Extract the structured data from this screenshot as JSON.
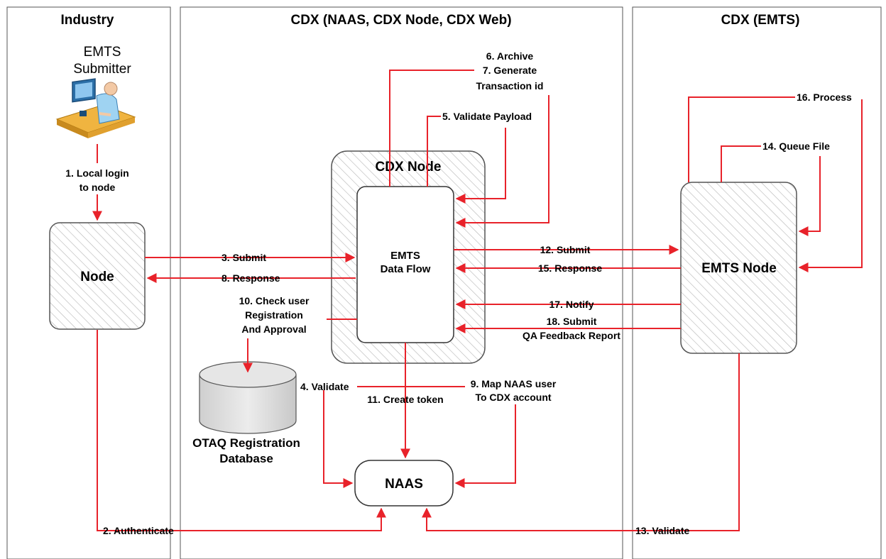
{
  "lanes": {
    "industry": "Industry",
    "cdx_web": "CDX (NAAS, CDX Node, CDX Web)",
    "cdx_emts": "CDX (EMTS)"
  },
  "submitter": {
    "line1": "EMTS",
    "line2": "Submitter"
  },
  "boxes": {
    "node": "Node",
    "cdx_node": "CDX Node",
    "data_flow_line1": "EMTS",
    "data_flow_line2": "Data Flow",
    "emts_node": "EMTS Node",
    "naas": "NAAS",
    "db_line1": "OTAQ Registration",
    "db_line2": "Database"
  },
  "steps": {
    "s1a": "1. Local login",
    "s1b": "to node",
    "s2": "2. Authenticate",
    "s3": "3. Submit",
    "s4": "4. Validate",
    "s5": "5. Validate Payload",
    "s6": "6. Archive",
    "s7a": "7. Generate",
    "s7b": "Transaction id",
    "s8": "8. Response",
    "s9a": "9. Map NAAS user",
    "s9b": "To CDX account",
    "s10a": "10. Check user",
    "s10b": "Registration",
    "s10c": "And Approval",
    "s11": "11. Create token",
    "s12": "12. Submit",
    "s13": "13. Validate",
    "s14": "14. Queue File",
    "s15": "15. Response",
    "s16": "16. Process",
    "s17": "17. Notify",
    "s18a": "18. Submit",
    "s18b": "QA Feedback Report"
  },
  "colors": {
    "arrow": "#e8222a",
    "hatch": "#b5b5b5",
    "cylinder": "#d9d9d9"
  }
}
